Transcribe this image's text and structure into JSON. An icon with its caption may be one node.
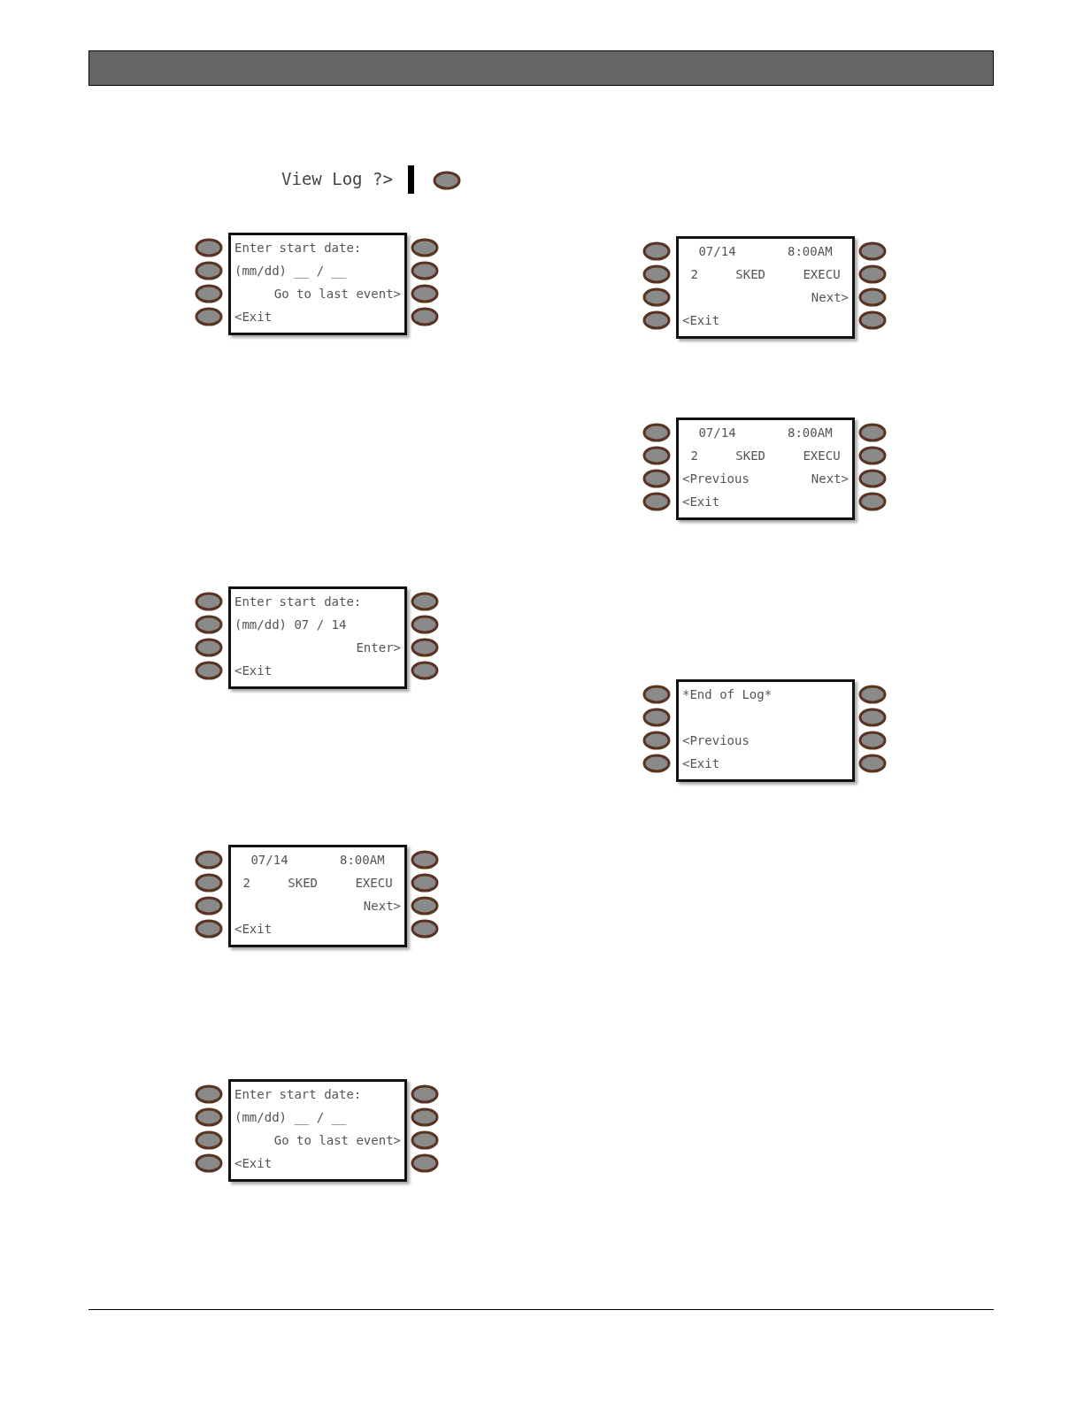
{
  "diagram": {
    "nodes": [
      {
        "text": [
          "Enter start date:",
          "(mm/dd) __ / __",
          "Go to last event>",
          "<Exit"
        ]
      },
      {
        "text": [
          "07/14 8:00AM",
          "2 SKED EXECU",
          "Next>",
          "<Exit"
        ]
      },
      {
        "text": [
          "07/14 8:00AM",
          "2 SKED EXECU",
          "<Previous",
          "Next>",
          "<Exit"
        ]
      },
      {
        "text": [
          "Enter start date:",
          "(mm/dd) 07 / 14",
          "Enter>",
          "<Exit"
        ]
      },
      {
        "text": [
          "*End of Log*",
          "<Previous",
          "<Exit"
        ]
      },
      {
        "text": [
          "07/14 8:00AM",
          "2 SKED EXECU",
          "Next>",
          "<Exit"
        ]
      },
      {
        "text": [
          "Enter start date:",
          "(mm/dd) __ / __",
          "Go to last event>",
          "<Exit"
        ]
      }
    ],
    "labels": [
      "View Log ?>"
    ]
  }
}
